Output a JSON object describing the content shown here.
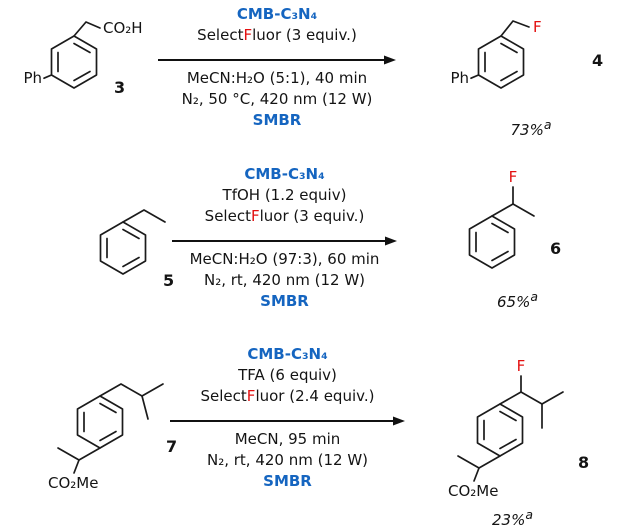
{
  "colors": {
    "blue": "#1565c0",
    "red": "#e31010",
    "ink": "#141414",
    "background": "#ffffff"
  },
  "reactions": [
    {
      "catalyst": "CMB-C₃N₄",
      "selectfluor": {
        "pre": "Select",
        "f": "F",
        "post": "luor (3 equiv.)"
      },
      "solvent_line": "MeCN:H₂O (5:1), 40 min",
      "conditions_line": "N₂, 50 °C, 420 nm (12 W)",
      "reactor": "SMBR",
      "reactant": {
        "label": "3",
        "ph": "Ph",
        "chain": "CO₂H"
      },
      "product": {
        "label": "4",
        "ph": "Ph",
        "f": "F",
        "yield": "73%",
        "yield_sup": "a"
      }
    },
    {
      "catalyst": "CMB-C₃N₄",
      "acid_line": "TfOH (1.2 equiv)",
      "selectfluor": {
        "pre": "Select",
        "f": "F",
        "post": "luor (3 equiv.)"
      },
      "solvent_line": "MeCN:H₂O (97:3), 60 min",
      "conditions_line": "N₂, rt, 420 nm (12 W)",
      "reactor": "SMBR",
      "reactant": {
        "label": "5"
      },
      "product": {
        "label": "6",
        "f": "F",
        "yield": "65%",
        "yield_sup": "a"
      }
    },
    {
      "catalyst": "CMB-C₃N₄",
      "acid_line": "TFA (6 equiv)",
      "selectfluor": {
        "pre": "Select",
        "f": "F",
        "post": "luor (2.4 equiv.)"
      },
      "solvent_line": "MeCN, 95 min",
      "conditions_line": "N₂, rt, 420 nm (12 W)",
      "reactor": "SMBR",
      "reactant": {
        "label": "7",
        "ester": "CO₂Me"
      },
      "product": {
        "label": "8",
        "ester": "CO₂Me",
        "f": "F",
        "yield": "23%",
        "yield_sup": "a"
      }
    }
  ]
}
